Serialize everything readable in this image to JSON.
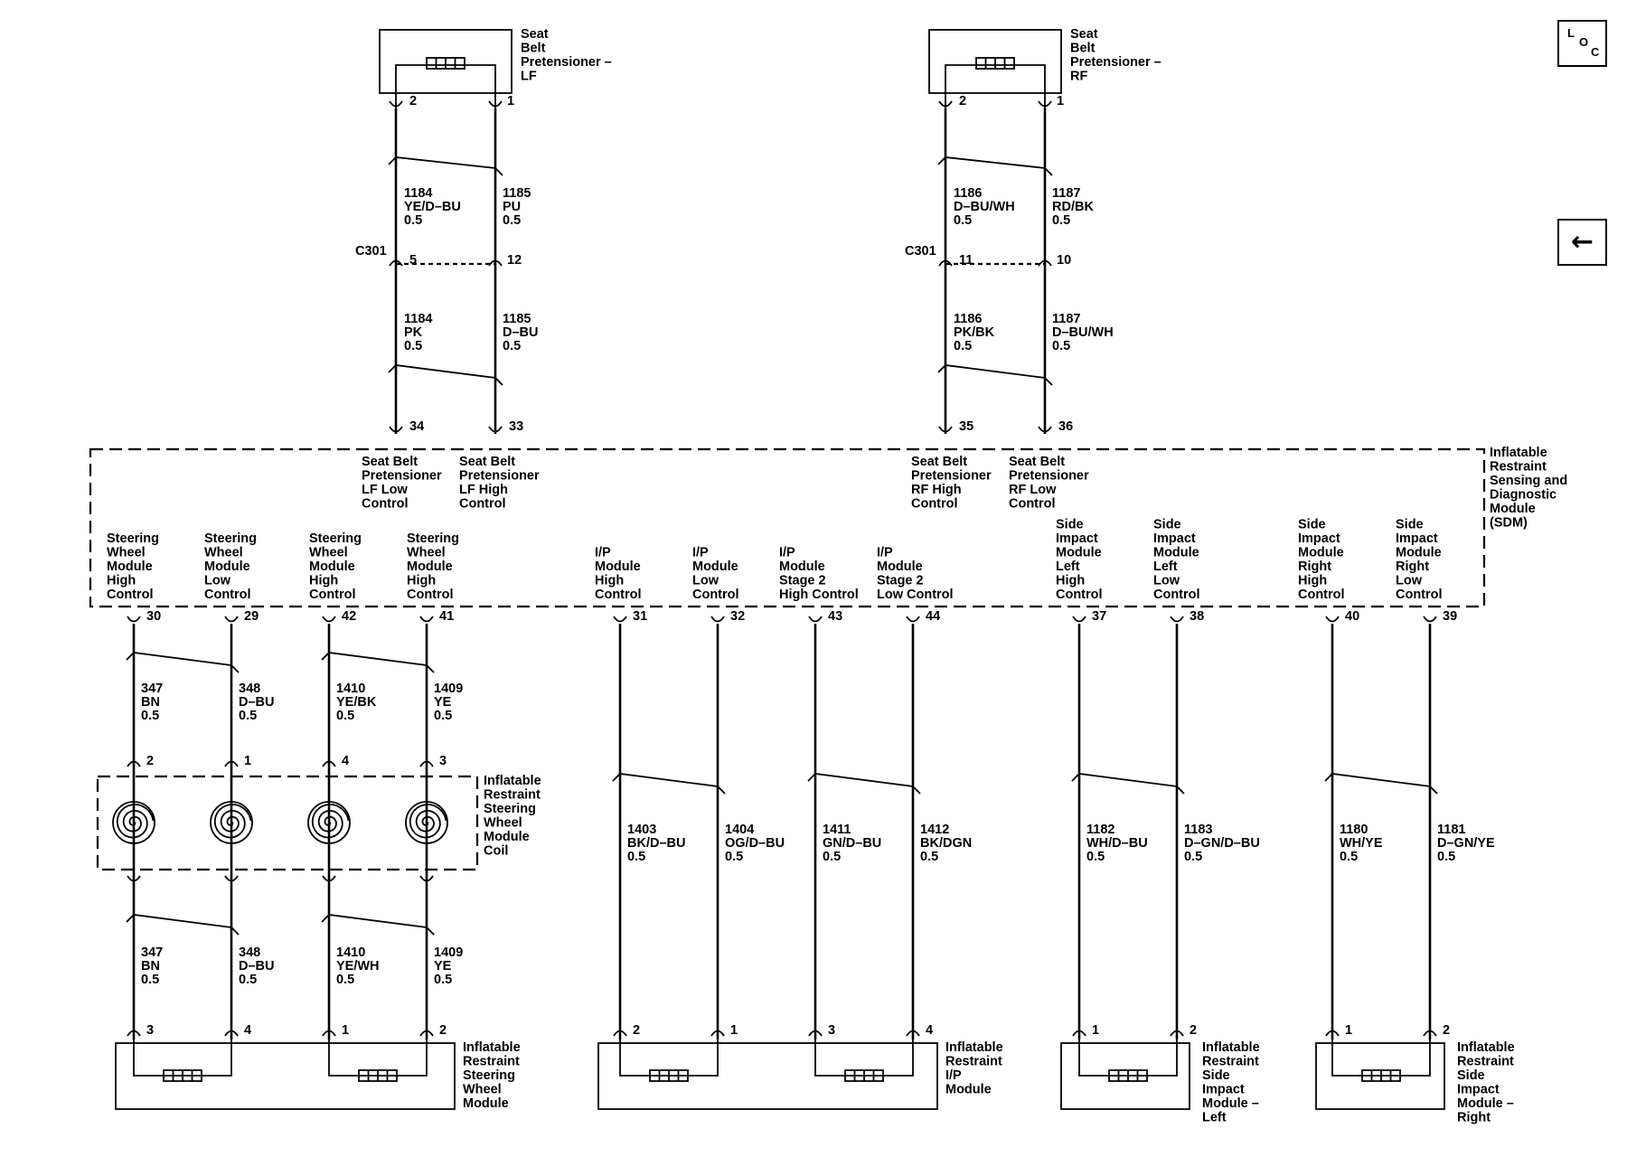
{
  "nav": {
    "loc": {
      "l": "L",
      "o": "O",
      "c": "C"
    },
    "back_icon": "arrow-left-icon",
    "back_glyph": "←"
  },
  "sdm": {
    "label": [
      "Inflatable",
      "Restraint",
      "Sensing and",
      "Diagnostic",
      "Module",
      "(SDM)"
    ],
    "circuits_top": [
      [
        "Seat Belt",
        "Pretensioner",
        "LF Low",
        "Control"
      ],
      [
        "Seat Belt",
        "Pretensioner",
        "LF High",
        "Control"
      ],
      [
        "Seat Belt",
        "Pretensioner",
        "RF High",
        "Control"
      ],
      [
        "Seat Belt",
        "Pretensioner",
        "RF Low",
        "Control"
      ]
    ],
    "circuits_bottom": [
      [
        "Steering",
        "Wheel",
        "Module",
        "High",
        "Control"
      ],
      [
        "Steering",
        "Wheel",
        "Module",
        "Low",
        "Control"
      ],
      [
        "Steering",
        "Wheel",
        "Module",
        "High",
        "Control"
      ],
      [
        "Steering",
        "Wheel",
        "Module",
        "High",
        "Control"
      ],
      [
        "I/P",
        "Module",
        "High",
        "Control"
      ],
      [
        "I/P",
        "Module",
        "Low",
        "Control"
      ],
      [
        "I/P",
        "Module",
        "Stage 2",
        "High Control"
      ],
      [
        "I/P",
        "Module",
        "Stage 2",
        "Low Control"
      ],
      [
        "Side",
        "Impact",
        "Module",
        "Left",
        "High",
        "Control"
      ],
      [
        "Side",
        "Impact",
        "Module",
        "Left",
        "Low",
        "Control"
      ],
      [
        "Side",
        "Impact",
        "Module",
        "Right",
        "High",
        "Control"
      ],
      [
        "Side",
        "Impact",
        "Module",
        "Right",
        "Low",
        "Control"
      ]
    ],
    "pins_top": [
      "34",
      "33",
      "35",
      "36"
    ],
    "pins_bottom": [
      "30",
      "29",
      "42",
      "41",
      "31",
      "32",
      "43",
      "44",
      "37",
      "38",
      "40",
      "39"
    ]
  },
  "pretensioner_lf": {
    "label": [
      "Seat",
      "Belt",
      "Pretensioner –",
      "LF"
    ],
    "pins": [
      "2",
      "1"
    ],
    "wires_upper": [
      [
        "1184",
        "YE/D–BU",
        "0.5"
      ],
      [
        "1185",
        "PU",
        "0.5"
      ]
    ],
    "connector": "C301",
    "connector_pins": [
      "5",
      "12"
    ],
    "wires_lower": [
      [
        "1184",
        "PK",
        "0.5"
      ],
      [
        "1185",
        "D–BU",
        "0.5"
      ]
    ]
  },
  "pretensioner_rf": {
    "label": [
      "Seat",
      "Belt",
      "Pretensioner –",
      "RF"
    ],
    "pins": [
      "2",
      "1"
    ],
    "wires_upper": [
      [
        "1186",
        "D–BU/WH",
        "0.5"
      ],
      [
        "1187",
        "RD/BK",
        "0.5"
      ]
    ],
    "connector": "C301",
    "connector_pins": [
      "11",
      "10"
    ],
    "wires_lower": [
      [
        "1186",
        "PK/BK",
        "0.5"
      ],
      [
        "1187",
        "D–BU/WH",
        "0.5"
      ]
    ]
  },
  "coil": {
    "label": [
      "Inflatable",
      "Restraint",
      "Steering",
      "Wheel",
      "Module",
      "Coil"
    ],
    "pins_top": [
      "2",
      "1",
      "4",
      "3"
    ],
    "wires_upper": [
      [
        "347",
        "BN",
        "0.5"
      ],
      [
        "348",
        "D–BU",
        "0.5"
      ],
      [
        "1410",
        "YE/BK",
        "0.5"
      ],
      [
        "1409",
        "YE",
        "0.5"
      ]
    ],
    "wires_lower": [
      [
        "347",
        "BN",
        "0.5"
      ],
      [
        "348",
        "D–BU",
        "0.5"
      ],
      [
        "1410",
        "YE/WH",
        "0.5"
      ],
      [
        "1409",
        "YE",
        "0.5"
      ]
    ]
  },
  "steering_module": {
    "label": [
      "Inflatable",
      "Restraint",
      "Steering",
      "Wheel",
      "Module"
    ],
    "pins": [
      "3",
      "4",
      "1",
      "2"
    ]
  },
  "ip_module": {
    "label": [
      "Inflatable",
      "Restraint",
      "I/P",
      "Module"
    ],
    "pins": [
      "2",
      "1",
      "3",
      "4"
    ],
    "wires": [
      [
        "1403",
        "BK/D–BU",
        "0.5"
      ],
      [
        "1404",
        "OG/D–BU",
        "0.5"
      ],
      [
        "1411",
        "GN/D–BU",
        "0.5"
      ],
      [
        "1412",
        "BK/DGN",
        "0.5"
      ]
    ]
  },
  "side_left": {
    "label": [
      "Inflatable",
      "Restraint",
      "Side",
      "Impact",
      "Module –",
      "Left"
    ],
    "pins": [
      "1",
      "2"
    ],
    "wires": [
      [
        "1182",
        "WH/D–BU",
        "0.5"
      ],
      [
        "1183",
        "D–GN/D–BU",
        "0.5"
      ]
    ]
  },
  "side_right": {
    "label": [
      "Inflatable",
      "Restraint",
      "Side",
      "Impact",
      "Module –",
      "Right"
    ],
    "pins": [
      "1",
      "2"
    ],
    "wires": [
      [
        "1180",
        "WH/YE",
        "0.5"
      ],
      [
        "1181",
        "D–GN/YE",
        "0.5"
      ]
    ]
  }
}
